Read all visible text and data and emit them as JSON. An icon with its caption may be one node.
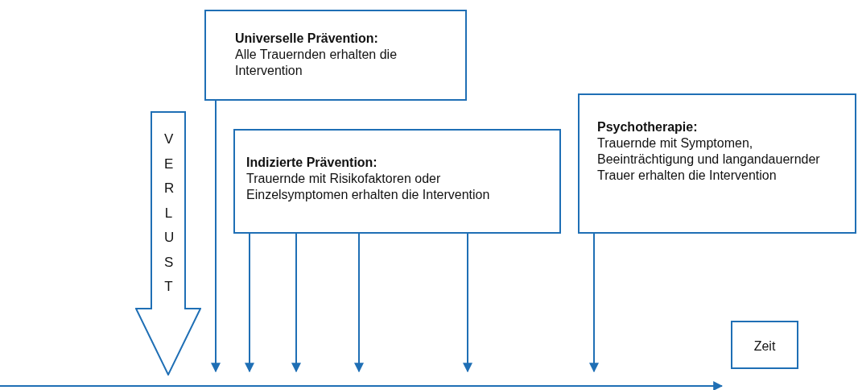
{
  "diagram": {
    "nodes": [
      {
        "text": [
          "Universelle Prävention:",
          "Alle Trauernden erhalten die Intervention"
        ]
      },
      {
        "text": [
          "VERLUST"
        ]
      },
      {
        "text": [
          "Indizierte Prävention:",
          "Trauernde mit Risikofaktoren oder Einzelsymptomen erhalten die Intervention"
        ]
      },
      {
        "text": [
          "Psychotherapie:",
          "Trauernde mit Symptomen, Beeinträchtigung und langandauernder Trauer erhalten die Intervention"
        ]
      },
      {
        "text": [
          "Zeit"
        ]
      }
    ],
    "edges": [
      {
        "from": 0,
        "to": null,
        "arrow": "to"
      },
      {
        "from": 2,
        "to": null,
        "arrow": "to"
      },
      {
        "from": 2,
        "to": null,
        "arrow": "to"
      },
      {
        "from": 2,
        "to": null,
        "arrow": "to"
      },
      {
        "from": 2,
        "to": null,
        "arrow": "to"
      },
      {
        "from": 3,
        "to": null,
        "arrow": "to"
      }
    ]
  }
}
